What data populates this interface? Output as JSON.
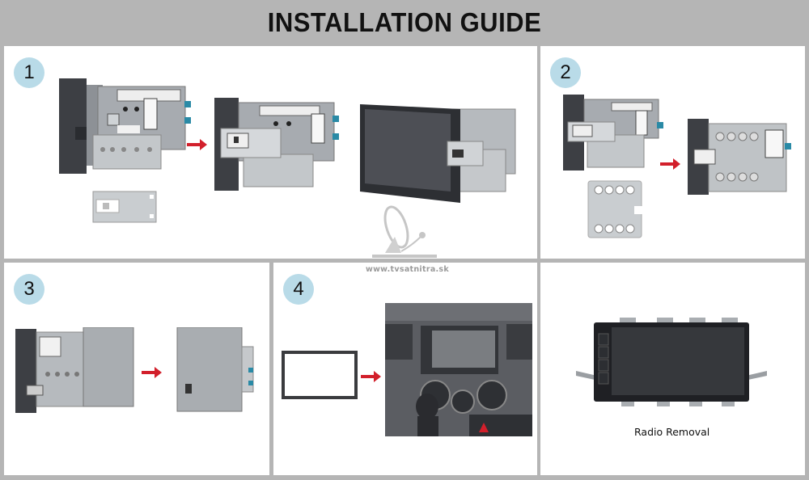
{
  "title": "INSTALLATION GUIDE",
  "watermark": "www.tvsatnitra.sk",
  "colors": {
    "background": "#b5b5b5",
    "panel": "#ffffff",
    "badge": "#b9dbe8",
    "arrow": "#d21f2b"
  },
  "steps": [
    {
      "number": "1",
      "images": [
        "radio-unit-with-bracket",
        "radio-with-bracket-attached",
        "screen-front-with-bracket"
      ],
      "extra": "mounting-plate"
    },
    {
      "number": "2",
      "images": [
        "radio-with-side-plate",
        "radio-with-vent-plate"
      ],
      "extra": "perforated-plate"
    },
    {
      "number": "3",
      "images": [
        "radio-in-cage-front",
        "radio-in-cage-rear"
      ]
    },
    {
      "number": "4",
      "images": [
        "trim-frame",
        "dashboard-installed"
      ]
    }
  ],
  "removal": {
    "caption": "Radio Removal",
    "image": "radio-with-removal-keys"
  }
}
